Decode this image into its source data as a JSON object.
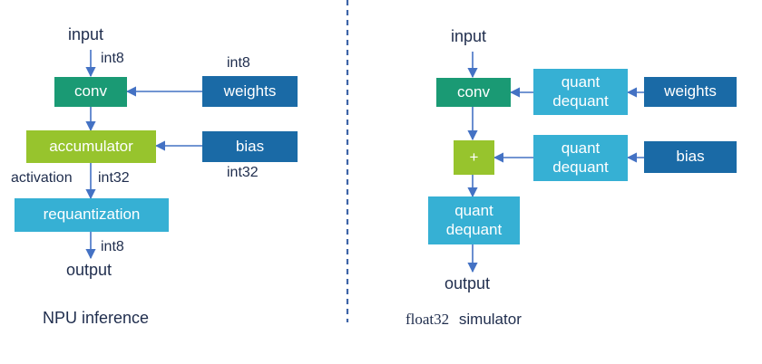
{
  "colors": {
    "green": "#1a9a74",
    "lime": "#97c42d",
    "navy": "#1a6aa6",
    "cyan": "#36b0d4",
    "arrow": "#4472c4",
    "divider": "#3d64a8",
    "text": "#1f2d4d"
  },
  "left": {
    "caption": "NPU inference",
    "input_label": "input",
    "output_label": "output",
    "conv": "conv",
    "weights": "weights",
    "accumulator": "accumulator",
    "bias": "bias",
    "requantization": "requantization",
    "int8_in": "int8",
    "int8_weights": "int8",
    "int32_bias": "int32",
    "activation": "activation",
    "int32_act": "int32",
    "int8_out": "int8"
  },
  "right": {
    "caption_float": "float32",
    "caption_sim": "simulator",
    "input_label": "input",
    "output_label": "output",
    "conv": "conv",
    "weights": "weights",
    "quant_dequant_weights": "quant\ndequant",
    "add": "+",
    "quant_dequant_bias": "quant\ndequant",
    "bias": "bias",
    "quant_dequant_out": "quant\ndequant"
  }
}
